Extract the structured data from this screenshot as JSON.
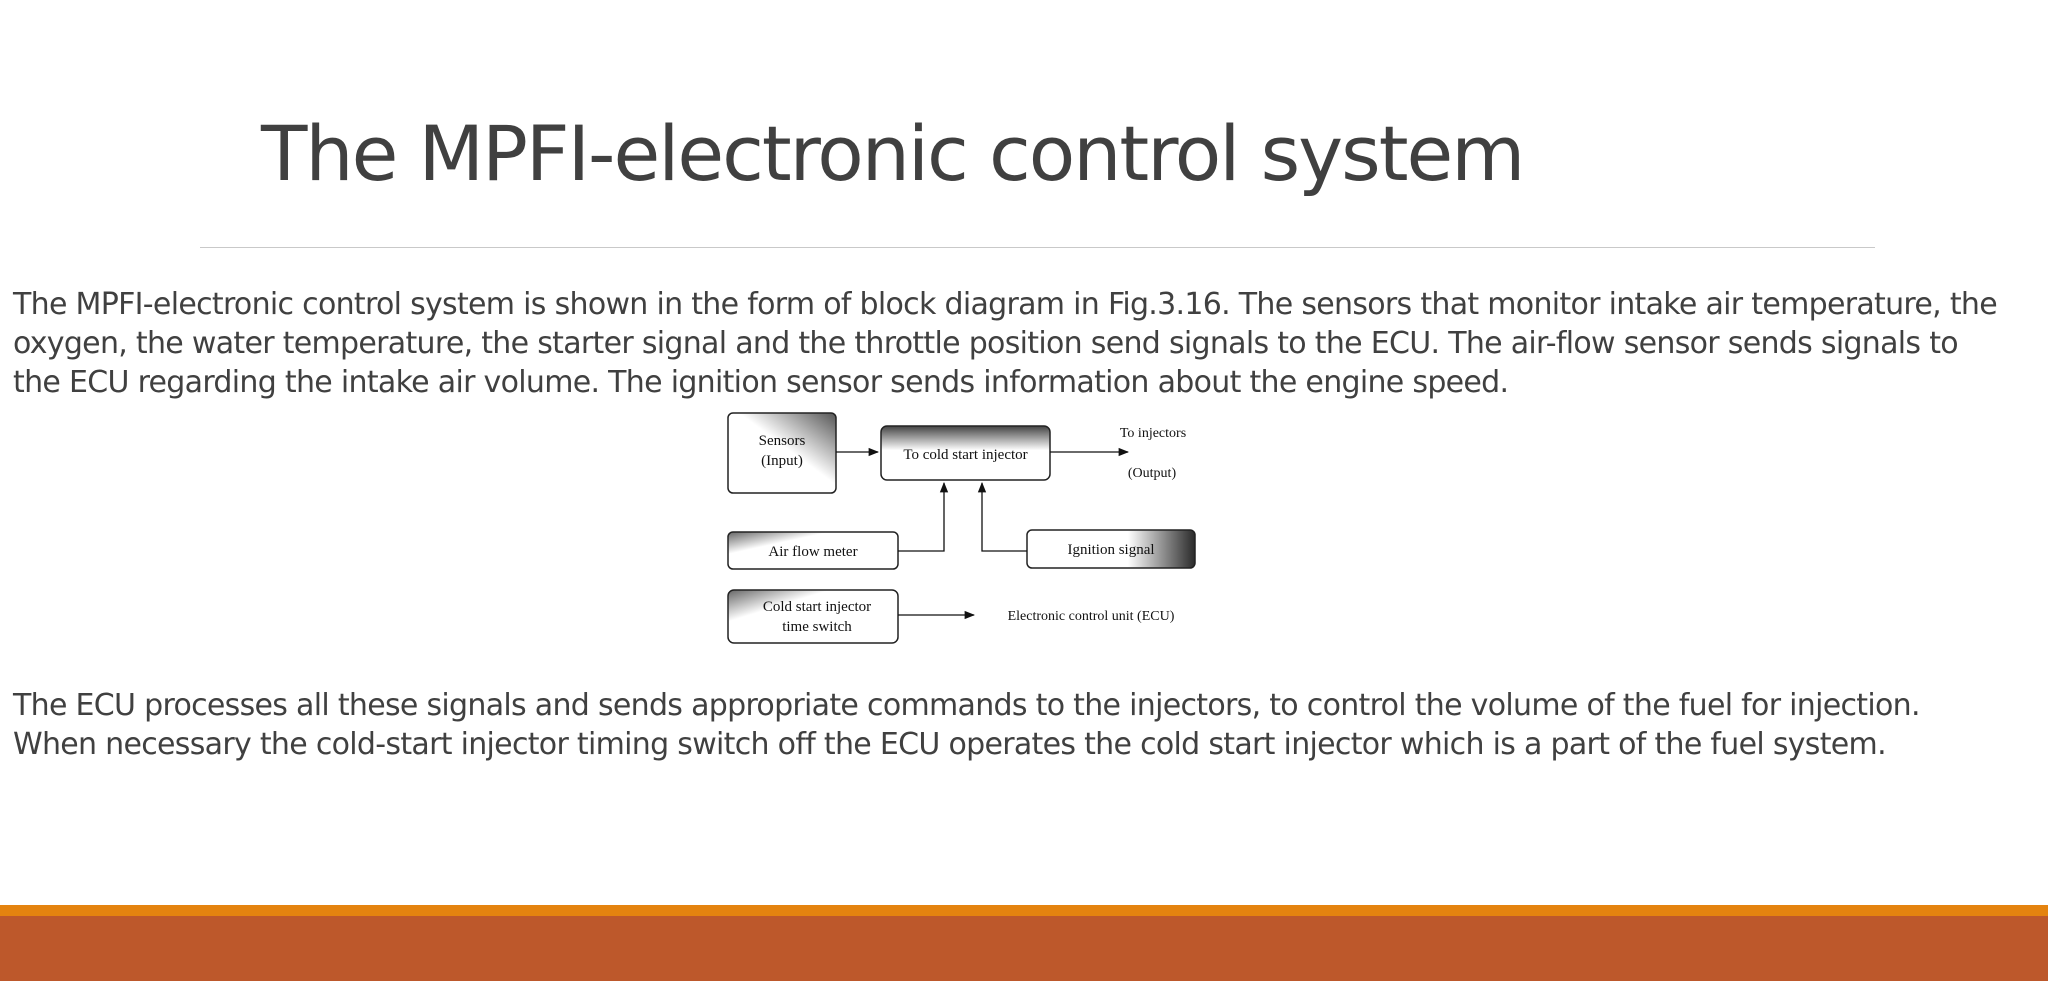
{
  "slide": {
    "title": "The MPFI-electronic control system",
    "paragraph1": {
      "lines": [
        "The MPFI-electronic control system is shown in the form of block diagram in Fig.3.16. The sensors that monitor intake air temperature, the",
        "oxygen, the water temperature, the starter signal and the throttle position send signals to the ECU. The air-flow sensor sends signals to",
        "the ECU regarding the intake air volume. The ignition sensor sends information about the engine speed."
      ]
    },
    "paragraph2": {
      "lines": [
        "The ECU processes all these signals and sends appropriate commands to the injectors, to control the volume of the fuel for injection.",
        "When necessary the cold-start injector timing switch off the ECU operates the cold start injector which is a part of the fuel system."
      ]
    }
  },
  "diagram": {
    "sensors_line1": "Sensors",
    "sensors_line2": "(Input)",
    "cold_start_injector": "To cold start injector",
    "to_injectors": "To injectors",
    "output": "(Output)",
    "air_flow_meter": "Air flow meter",
    "ignition_signal": "Ignition signal",
    "time_switch_line1": "Cold start injector",
    "time_switch_line2": "time switch",
    "ecu": "Electronic control unit (ECU)"
  },
  "colors": {
    "text": "#404040",
    "footer_accent": "#e4830f",
    "footer_bar": "#bd582b"
  }
}
